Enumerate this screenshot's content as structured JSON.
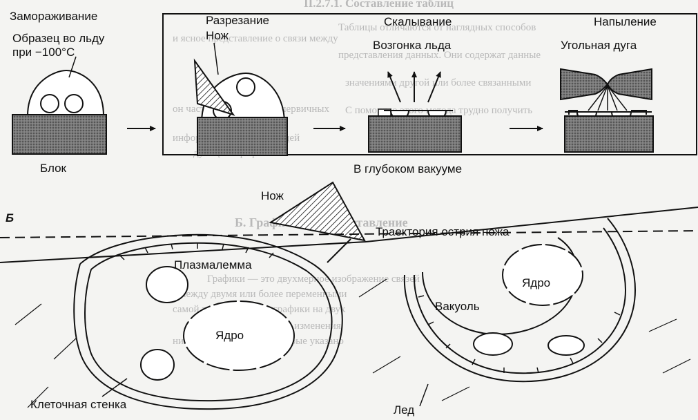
{
  "background_page": {
    "heading": "II.2.7.1. Составление таблиц",
    "lines": [
      "Таблицы отличаются от наглядных способов",
      "представления данных. Они содержат данные",
      "значениями другой или более связанными",
      "С помощью этого метода трудно получить",
      "и ясное представление о связи между",
      "он часто используется в первичных",
      "информации, не подходящей",
      "дующего графика"
    ],
    "heading2": "Б. Графическое представление",
    "lines2": [
      "Графики — это двухмерное изображение связей",
      "между двумя или более переменными",
      "самой простой формы графики на двух",
      "вертикальной оси y от изменения",
      "ниваемые по данным, которые указано"
    ]
  },
  "top_panel": {
    "freezing_title": "Замораживание",
    "sample_label_line1": "Образец во льду",
    "sample_label_line2": "при −100°С",
    "block_label": "Блок",
    "cutting_title": "Разрезание",
    "knife_label": "Нож",
    "cleaving_title": "Скалывание",
    "sublimation_label": "Возгонка льда",
    "sputtering_title": "Напыление",
    "carbon_arc_label": "Угольная дуга",
    "vacuum_label": "В глубоком вакууме"
  },
  "bottom_panel": {
    "knife_label": "Нож",
    "panel_letter": "Б",
    "trajectory_label": "Траектория острия ножа",
    "plasmalemma_label": "Плазмалемма",
    "nucleus_left_label": "Ядро",
    "vacuole_label": "Вакуоль",
    "nucleus_right_label": "Ядро",
    "cell_wall_label": "Клеточная стенка",
    "ice_label": "Лед"
  }
}
